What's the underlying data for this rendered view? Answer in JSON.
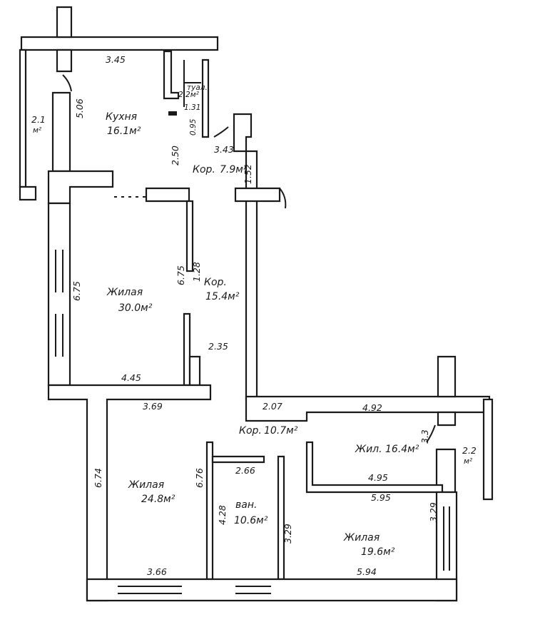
{
  "rooms": {
    "kitchen": {
      "name": "Кухня",
      "area": "16.1м²"
    },
    "corridor_1": {
      "name": "Кор.",
      "area": "7.9м²"
    },
    "corridor_2": {
      "name": "Кор.",
      "area": "15.4м²"
    },
    "living_1": {
      "name": "Жилая",
      "area": "30.0м²"
    },
    "corridor_3": {
      "name": "Кор.",
      "area": "10.7м²"
    },
    "living_2": {
      "name": "Жил.",
      "area": "16.4м²"
    },
    "living_3": {
      "name": "Жилая",
      "area": "24.8м²"
    },
    "bathroom": {
      "name": "ван.",
      "area": "10.6м²"
    },
    "living_4": {
      "name": "Жилая",
      "area": "19.6м²"
    },
    "toilet": {
      "name": "туал.",
      "area": "2.2м²"
    },
    "balcony_1": {
      "area": "2.1",
      "unit": "м²"
    },
    "balcony_2": {
      "area": "2.2",
      "unit": "м²"
    }
  },
  "dimensions": {
    "kitchen_top": "3.45",
    "kitchen_left": "5.06",
    "toilet_inner": "1.31",
    "toilet_height": "0.95",
    "kitchen_partition": "2.50",
    "corridor1_width": "3.43",
    "corridor1_height": "1.52",
    "living1_height": "6.75",
    "living1_partition": "6.75",
    "corridor2_width": "1.28",
    "corridor2_length": "2.35",
    "living1_bottom": "4.45",
    "living3_top": "3.69",
    "corridor3_width": "2.07",
    "living2_top": "4.92",
    "living2_height": "3.3",
    "living3_left": "6.74",
    "living3_right": "6.76",
    "bath_top": "2.66",
    "living2_bottom": "4.95",
    "living4_top": "5.95",
    "bath_left": "4.28",
    "bath_right": "3.29",
    "living4_right": "3.29",
    "living3_bottom": "3.66",
    "living4_bottom": "5.94"
  }
}
